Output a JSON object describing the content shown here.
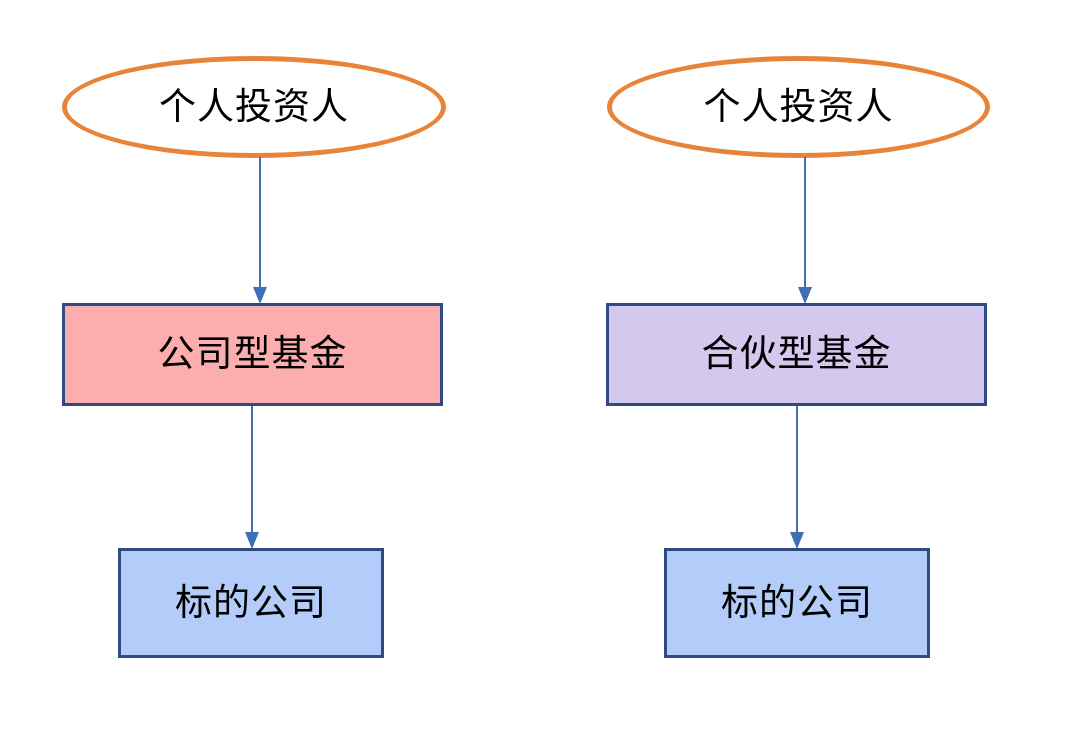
{
  "diagram": {
    "type": "flowchart",
    "title": "",
    "background_color": "#ffffff",
    "colors": {
      "ellipse_stroke": "#e8833a",
      "ellipse_fill": "#ffffff",
      "corporate_fund_fill": "#fcadad",
      "partnership_fund_fill": "#d5c8ee",
      "target_company_fill": "#b3ccfa",
      "box_border": "#2e4c82",
      "arrow": "#3f6eb5",
      "text": "#000000"
    },
    "columns": [
      {
        "name": "corporate-fund-structure",
        "nodes": [
          {
            "id": "left-investor",
            "label": "个人投资人",
            "shape": "ellipse"
          },
          {
            "id": "corporate-fund",
            "label": "公司型基金",
            "shape": "rectangle"
          },
          {
            "id": "left-target-company",
            "label": "标的公司",
            "shape": "rectangle"
          }
        ],
        "connectors": [
          {
            "from": "left-investor",
            "to": "corporate-fund",
            "style": "arrow-down"
          },
          {
            "from": "corporate-fund",
            "to": "left-target-company",
            "style": "arrow-down"
          }
        ]
      },
      {
        "name": "partnership-fund-structure",
        "nodes": [
          {
            "id": "right-investor",
            "label": "个人投资人",
            "shape": "ellipse"
          },
          {
            "id": "partnership-fund",
            "label": "合伙型基金",
            "shape": "rectangle"
          },
          {
            "id": "right-target-company",
            "label": "标的公司",
            "shape": "rectangle"
          }
        ],
        "connectors": [
          {
            "from": "right-investor",
            "to": "partnership-fund",
            "style": "arrow-down"
          },
          {
            "from": "partnership-fund",
            "to": "right-target-company",
            "style": "arrow-down"
          }
        ]
      }
    ]
  }
}
